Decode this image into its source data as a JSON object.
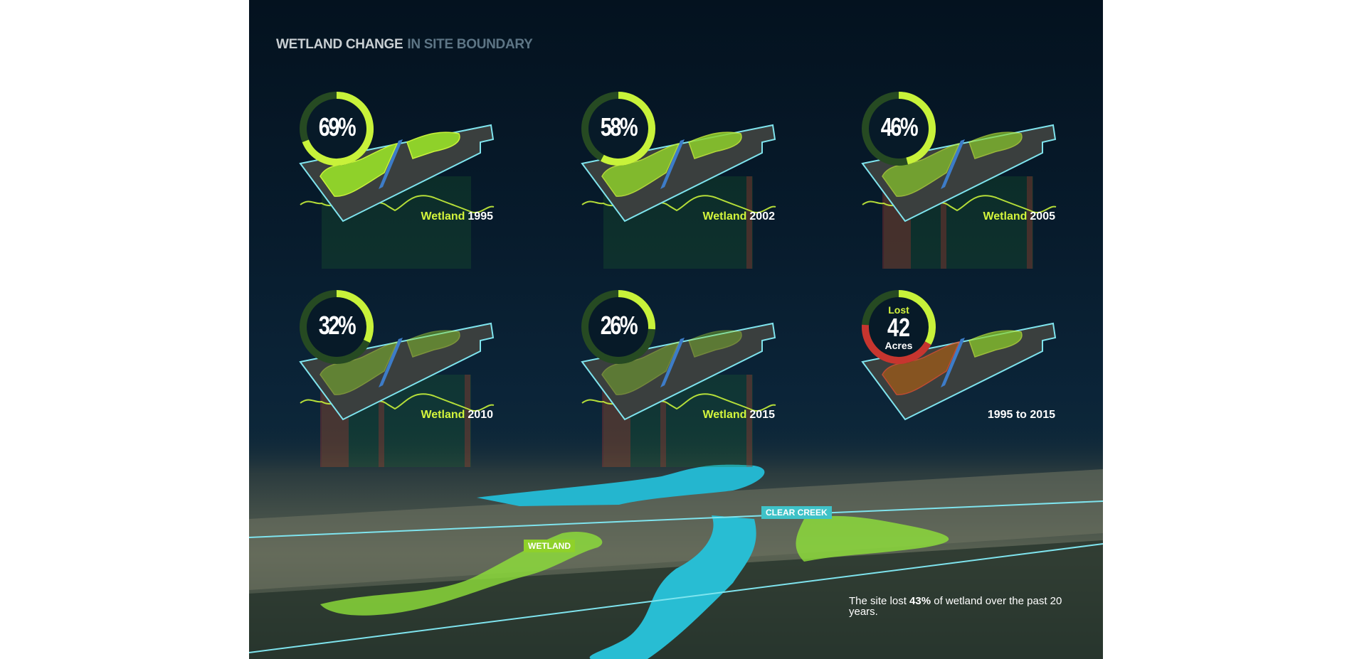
{
  "title": {
    "main": "WETLAND CHANGE",
    "sub": "IN SITE BOUNDARY"
  },
  "cards": [
    {
      "percent": 69,
      "percent_label": "69%",
      "label_word": "Wetland",
      "year": "1995",
      "loss_bands": []
    },
    {
      "percent": 58,
      "percent_label": "58%",
      "label_word": "Wetland",
      "year": "2002",
      "loss_bands": [
        "right"
      ]
    },
    {
      "percent": 46,
      "percent_label": "46%",
      "label_word": "Wetland",
      "year": "2005",
      "loss_bands": [
        "left",
        "mid",
        "right"
      ]
    },
    {
      "percent": 32,
      "percent_label": "32%",
      "label_word": "Wetland",
      "year": "2010",
      "loss_bands": [
        "left",
        "mid",
        "right"
      ]
    },
    {
      "percent": 26,
      "percent_label": "26%",
      "label_word": "Wetland",
      "year": "2015",
      "loss_bands": [
        "left",
        "mid",
        "right"
      ]
    }
  ],
  "summary_card": {
    "lost_label": "Lost",
    "value": "42",
    "unit": "Acres",
    "period": "1995 to 2015",
    "remaining_percent": 26,
    "lost_percent": 43
  },
  "aerial": {
    "creek_label": "CLEAR CREEK",
    "wetland_label": "WETLAND"
  },
  "summary": {
    "prefix": "The site lost ",
    "highlight": "43%",
    "suffix": " of wetland over the past 20 years."
  },
  "colors": {
    "accent": "#c8f23a",
    "loss": "#c7352f",
    "water": "#2fc2d9",
    "boundary": "#7fe4ee"
  }
}
